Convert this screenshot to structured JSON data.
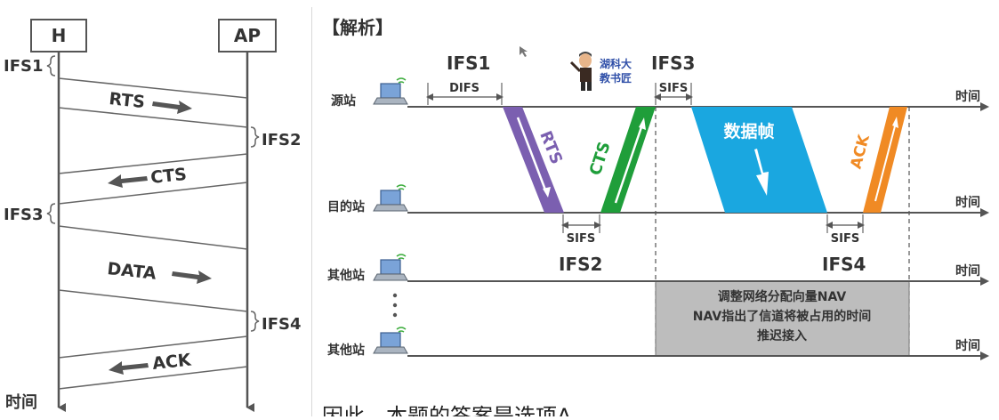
{
  "left": {
    "host_label": "H",
    "ap_label": "AP",
    "ifs1": "IFS1",
    "ifs2": "IFS2",
    "ifs3": "IFS3",
    "ifs4": "IFS4",
    "rts": "RTS",
    "cts": "CTS",
    "data": "DATA",
    "ack": "ACK",
    "time": "时间"
  },
  "right": {
    "title": "【解析】",
    "ifs1": "IFS1",
    "ifs2": "IFS2",
    "ifs3": "IFS3",
    "ifs4": "IFS4",
    "difs": "DIFS",
    "sifs": "SIFS",
    "source_station": "源站",
    "dest_station": "目的站",
    "other_station": "其他站",
    "time": "时间",
    "rts": "RTS",
    "cts": "CTS",
    "data_frame": "数据帧",
    "ack": "ACK",
    "nav_line1": "调整网络分配向量NAV",
    "nav_line2": "NAV指出了信道将被占用的时间",
    "nav_line3": "推迟接入",
    "watermark_line1": "湖科大",
    "watermark_line2": "教书匠",
    "subtitle": "因此，本题的答案是选项A。",
    "colors": {
      "rts": "#7b5fb0",
      "cts": "#1f9e3a",
      "data": "#1aa7e0",
      "ack": "#f08a24",
      "nav": "#bdbdbd"
    }
  }
}
